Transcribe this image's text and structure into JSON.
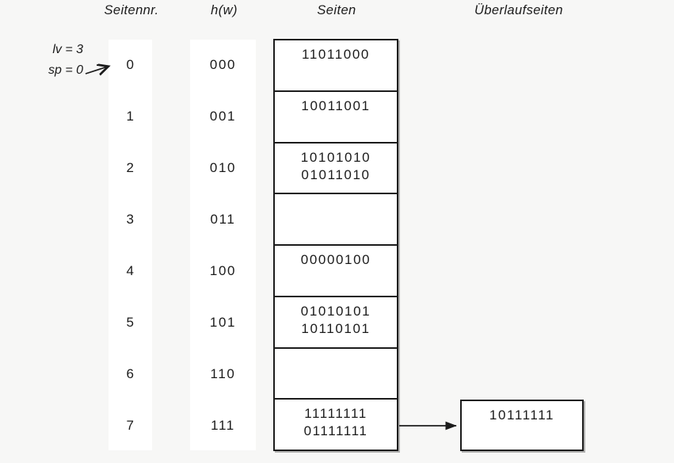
{
  "headers": {
    "seitennr": "Seitennr.",
    "hw": "h(w)",
    "seiten": "Seiten",
    "ueberlaufseiten": "Überlaufseiten"
  },
  "state": {
    "lv": "lv = 3",
    "sp": "sp = 0",
    "sp_points_to_page": "0"
  },
  "rows": [
    {
      "nr": "0",
      "hw": "000",
      "lines": [
        "11011000"
      ]
    },
    {
      "nr": "1",
      "hw": "001",
      "lines": [
        "10011001"
      ]
    },
    {
      "nr": "2",
      "hw": "010",
      "lines": [
        "10101010",
        "01011010"
      ]
    },
    {
      "nr": "3",
      "hw": "011",
      "lines": []
    },
    {
      "nr": "4",
      "hw": "100",
      "lines": [
        "00000100"
      ]
    },
    {
      "nr": "5",
      "hw": "101",
      "lines": [
        "01010101",
        "10110101"
      ]
    },
    {
      "nr": "6",
      "hw": "110",
      "lines": []
    },
    {
      "nr": "7",
      "hw": "111",
      "lines": [
        "11111111",
        "01111111"
      ]
    }
  ],
  "overflow": {
    "attached_to_page": "7",
    "lines": [
      "10111111"
    ]
  },
  "colors": {
    "background": "#f7f7f6",
    "panel": "#ffffff",
    "line": "#1c1c1c"
  }
}
